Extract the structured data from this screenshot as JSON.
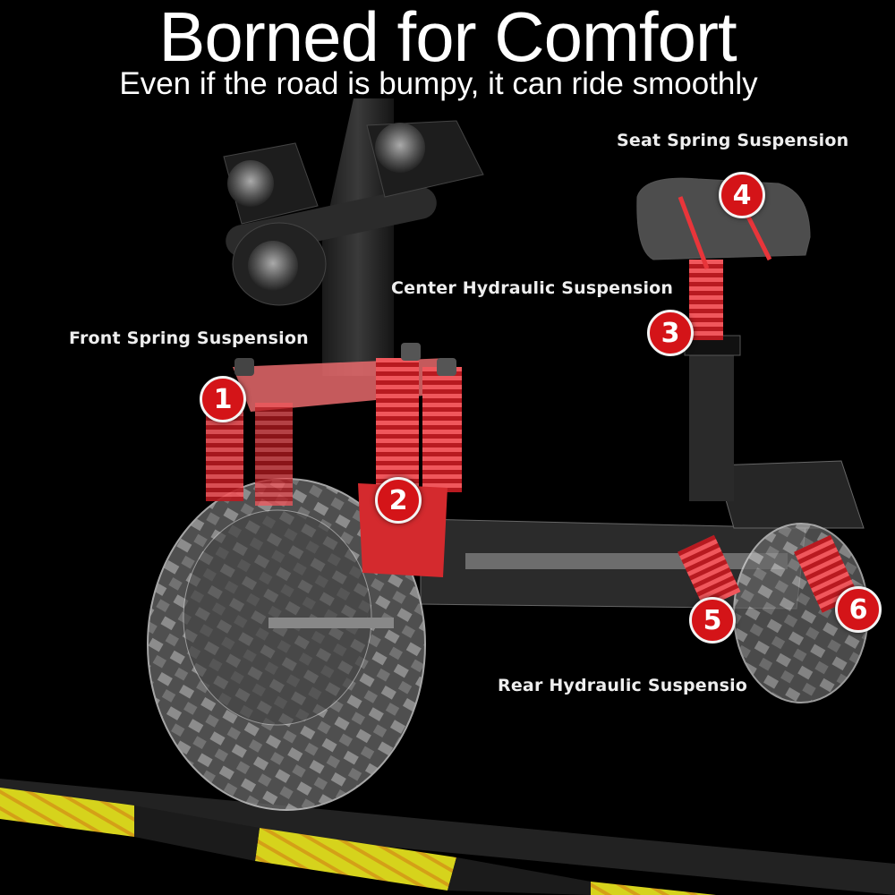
{
  "header": {
    "title": "Borned for Comfort",
    "subtitle": "Even if the road is bumpy, it can ride smoothly"
  },
  "callouts": [
    {
      "number": "1",
      "label": "Front Spring Suspension"
    },
    {
      "number": "2",
      "label": ""
    },
    {
      "number": "3",
      "label": "Center Hydraulic Suspension"
    },
    {
      "number": "4",
      "label": "Seat Spring Suspension"
    },
    {
      "number": "5",
      "label": "Rear Hydraulic Suspensio"
    },
    {
      "number": "6",
      "label": ""
    }
  ],
  "colors": {
    "background": "#000000",
    "accent_red": "#d41418",
    "spring_red": "#e8353a",
    "speed_bump_yellow": "#d8d51a",
    "text": "#ffffff"
  }
}
